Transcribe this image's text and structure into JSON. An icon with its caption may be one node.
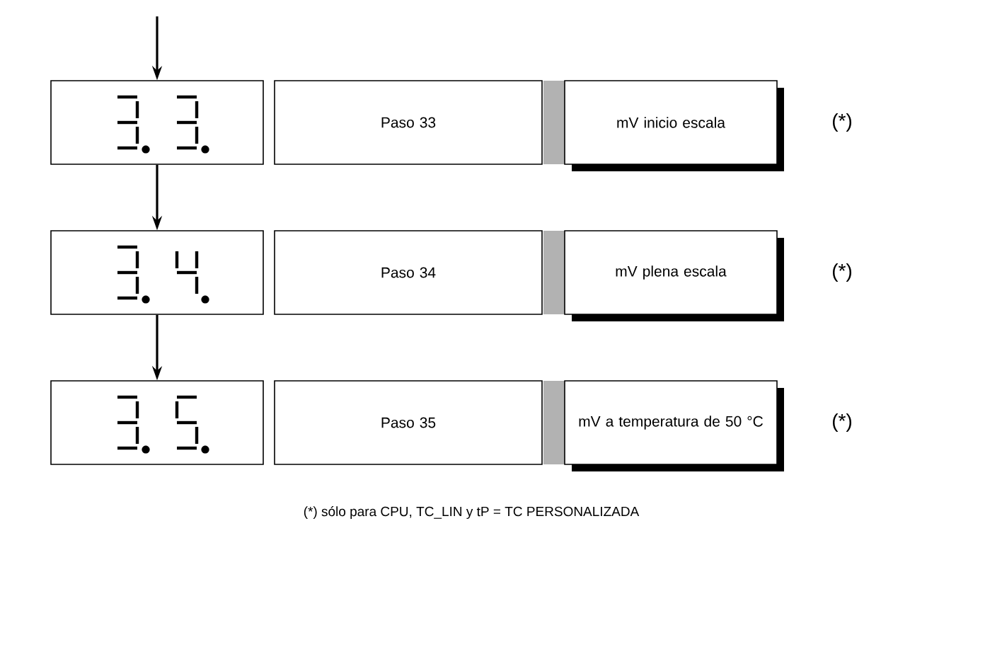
{
  "diagram": {
    "nodes": [
      {
        "text": [],
        "shape": "box"
      },
      {
        "text": [
          "Paso 33"
        ]
      },
      {
        "text": [
          "mV inicio escala"
        ],
        "beside": [
          "(*)"
        ]
      },
      {
        "text": [],
        "shape": "box"
      },
      {
        "text": [
          "Paso 34"
        ]
      },
      {
        "text": [
          "mV plena escala"
        ],
        "beside": [
          "(*)"
        ]
      },
      {
        "text": [],
        "shape": "box"
      },
      {
        "text": [
          "Paso 35"
        ]
      },
      {
        "text": [
          "mV a temperatura de 50 °C"
        ],
        "beside": [
          "(*)"
        ]
      }
    ],
    "edges": [
      {
        "from": null,
        "to": 0,
        "arrow": "to"
      },
      {
        "from": 0,
        "to": 3,
        "arrow": "to"
      },
      {
        "from": 3,
        "to": 6,
        "arrow": "to"
      }
    ],
    "labels": [
      "(*) sólo para CPU, TC_LIN y tP = TC PERSONALIZADA"
    ]
  }
}
